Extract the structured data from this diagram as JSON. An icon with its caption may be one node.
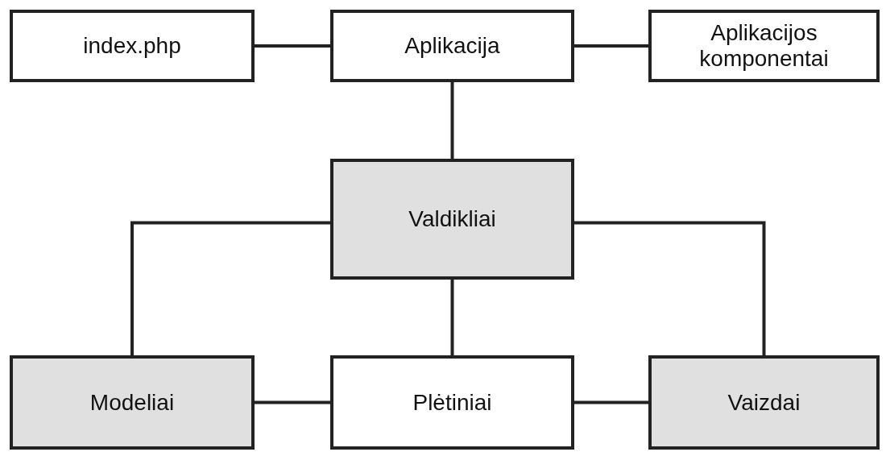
{
  "diagram": {
    "nodes": [
      {
        "text": [
          "index.php"
        ]
      },
      {
        "text": [
          "Aplikacija"
        ]
      },
      {
        "text": [
          "Aplikacijos komponentai"
        ]
      },
      {
        "text": [
          "Valdikliai"
        ]
      },
      {
        "text": [
          "Modeliai"
        ]
      },
      {
        "text": [
          "Plėtiniai"
        ]
      },
      {
        "text": [
          "Vaizdai"
        ]
      }
    ],
    "edges": [
      {
        "from": 0,
        "to": 1,
        "arrow": "none"
      },
      {
        "from": 1,
        "to": 2,
        "arrow": "none"
      },
      {
        "from": 1,
        "to": 3,
        "arrow": "none"
      },
      {
        "from": 3,
        "to": 4,
        "arrow": "none"
      },
      {
        "from": 3,
        "to": 6,
        "arrow": "none"
      },
      {
        "from": 3,
        "to": 5,
        "arrow": "none"
      },
      {
        "from": 4,
        "to": 5,
        "arrow": "none"
      },
      {
        "from": 5,
        "to": 6,
        "arrow": "none"
      }
    ]
  }
}
